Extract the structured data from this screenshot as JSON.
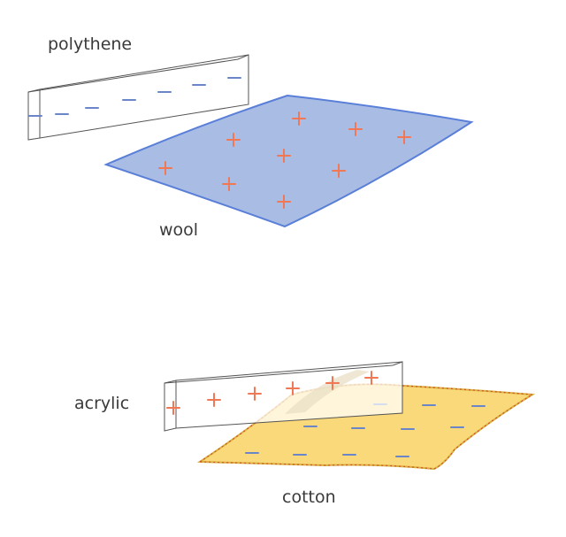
{
  "labels": {
    "polythene": "polythene",
    "wool": "wool",
    "acrylic": "acrylic",
    "cotton": "cotton"
  },
  "colors": {
    "negative_charge": "#6b86c8",
    "positive_charge": "#f07855",
    "wool_fill": "#a9bde4",
    "wool_edge": "#5a7fd8",
    "cotton_fill": "#f9d97a",
    "cotton_edge": "#d9b03c",
    "cotton_stitch": "#d2502e",
    "rod_outline": "#555555"
  },
  "charges": {
    "polythene_rod": "-",
    "wool_cloth": "+",
    "acrylic_rod": "+",
    "cotton_cloth": "-"
  }
}
